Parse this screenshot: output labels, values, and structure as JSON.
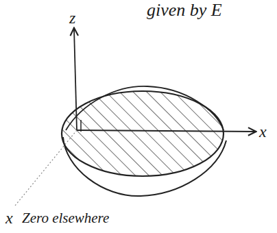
{
  "diagram": {
    "labels": [
      "given by E",
      "z",
      "x",
      "x",
      "Zero elsewhere"
    ]
  }
}
